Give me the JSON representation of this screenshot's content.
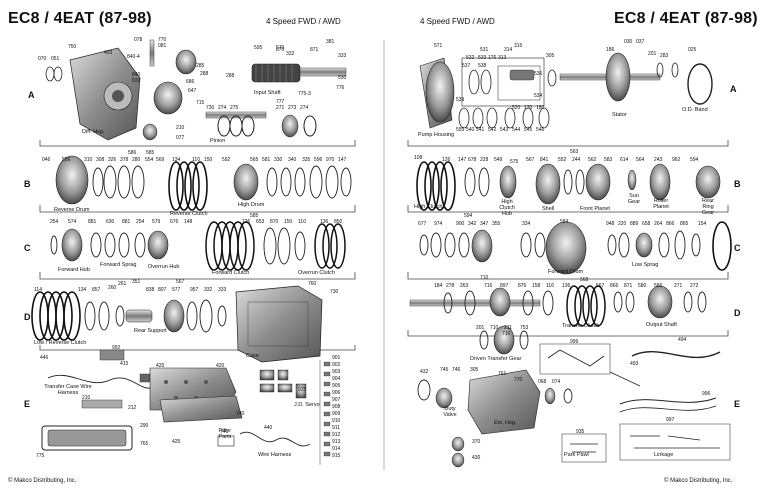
{
  "header": {
    "title_left": "EC8 / 4EAT (87-98)",
    "subtitle_left": "4 Speed FWD / AWD",
    "subtitle_right": "4 Speed FWD / AWD",
    "title_right": "EC8 / 4EAT (87-98)"
  },
  "footer": {
    "copyright_left": "© Makco Distributing, Inc.",
    "copyright_right": "© Makco Distributing, Inc."
  },
  "row_labels": [
    "A",
    "B",
    "C",
    "D",
    "E"
  ],
  "captions": {
    "diff_hsg": "Diff. Hsg.",
    "input_shaft": "Input Shaft",
    "pinion": "Pinion",
    "pump_housing": "Pump Housing",
    "stator": "Stator",
    "od_band": "O.D. Band",
    "reverse_drum": "Reverse Drum",
    "reverse_clutch": "Reverse Clutch",
    "high_drum": "High Drum",
    "high_clutch": "High Clutch",
    "high_clutch_hub": "High Clutch Hub",
    "shell": "Shell",
    "front_planet": "Front Planet",
    "sun_gear": "Sun Gear",
    "roller_planet": "Roller Planet",
    "rear_ring_gear": "Rear Ring Gear",
    "forward_hub": "Forward Hub",
    "forward_sprag": "Forward Sprag",
    "overrun_hub": "Overrun Hub",
    "forward_clutch": "Forward Clutch",
    "overrun_clutch": "Overrun Clutch",
    "forward_drum": "Forward Drum",
    "low_sprag": "Low Sprag",
    "low_reverse_clutch": "Low / Reverse Clutch",
    "rear_support": "Rear Support",
    "case": "Case",
    "transfer_clutch": "Transfer Clutch",
    "output_shaft": "Output Shaft",
    "driven_transfer_gear": "Driven Transfer Gear",
    "transfer_case_wire_harness": "Transfer Case Wire Harness",
    "jd_servo": "J.D. Servo",
    "wire_harness": "Wire Harness",
    "duty_valve": "Duty Valve",
    "ext_hsg": "Ext. Hsg.",
    "park_pawl": "Park Pawl",
    "linkage": "Linkage",
    "filter_parts": "Filter Parts"
  },
  "callouts": {
    "row_a_left": [
      "070",
      "051",
      "750",
      "403",
      "840-4",
      "078",
      "770",
      "081",
      "840",
      "637",
      "686",
      "288",
      "285",
      "647",
      "715",
      "077",
      "210",
      "730",
      "274",
      "275",
      "777",
      "870",
      "271",
      "273",
      "274",
      "595",
      "570",
      "381",
      "332",
      "871",
      "333",
      "530",
      "288",
      "775-3",
      "776"
    ],
    "row_a_right": [
      "571",
      "531",
      "532",
      "533",
      "176",
      "313",
      "315",
      "314",
      "305",
      "537",
      "538",
      "536",
      "534",
      "539",
      "555",
      "540",
      "541",
      "542",
      "543",
      "544",
      "545",
      "546",
      "520",
      "170",
      "180",
      "186",
      "030",
      "037",
      "201",
      "283",
      "025"
    ],
    "row_b_left": [
      "046",
      "556",
      "310",
      "308",
      "326",
      "378",
      "280",
      "554",
      "586",
      "585",
      "569",
      "134",
      "110",
      "150",
      "592",
      "565",
      "581",
      "330",
      "340",
      "335",
      "596",
      "970",
      "147"
    ],
    "row_b_right": [
      "108",
      "126",
      "147",
      "678",
      "228",
      "549",
      "575",
      "567",
      "841",
      "552",
      "244",
      "562",
      "583",
      "614",
      "564",
      "243",
      "962",
      "594",
      "563"
    ],
    "row_c_left": [
      "254",
      "574",
      "881",
      "630",
      "881",
      "254",
      "579",
      "676",
      "148",
      "126",
      "653",
      "870",
      "150",
      "110",
      "136",
      "850",
      "585"
    ],
    "row_c_right": [
      "677",
      "974",
      "900",
      "342",
      "347",
      "355",
      "334",
      "584",
      "948",
      "220",
      "889",
      "658",
      "264",
      "866",
      "865",
      "154",
      "594"
    ],
    "row_d_left": [
      "114",
      "134",
      "857",
      "260",
      "261",
      "351",
      "838",
      "807",
      "577",
      "957",
      "332",
      "333",
      "567",
      "760",
      "730"
    ],
    "row_d_right": [
      "184",
      "278",
      "263",
      "716",
      "897",
      "876",
      "158",
      "116",
      "136",
      "710",
      "568",
      "567",
      "866",
      "871",
      "580",
      "586",
      "271",
      "272",
      "201",
      "710",
      "211",
      "753",
      "716"
    ],
    "row_e_left": [
      "992",
      "446",
      "415",
      "420",
      "420",
      "425",
      "212",
      "290",
      "765",
      "775",
      "740",
      "741",
      "440",
      "210",
      "925",
      "901",
      "902",
      "903",
      "904",
      "905",
      "906",
      "907",
      "908",
      "909",
      "910",
      "911",
      "912",
      "913",
      "914",
      "915"
    ],
    "row_e_right": [
      "432",
      "745",
      "746",
      "305",
      "761",
      "770",
      "068",
      "074",
      "999",
      "493",
      "494",
      "996",
      "935",
      "997",
      "370",
      "430"
    ]
  }
}
